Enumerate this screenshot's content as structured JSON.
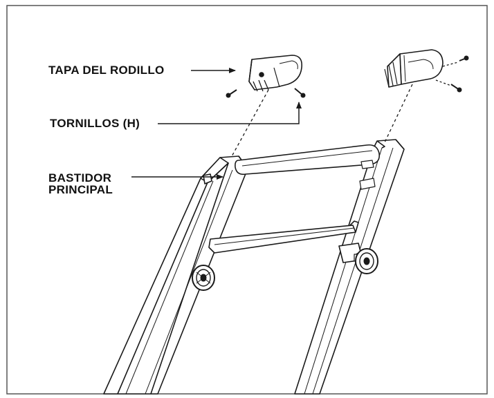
{
  "labels": {
    "roller_cap": "TAPA DEL RODILLO",
    "screws": "TORNILLOS (H)",
    "main_frame_line1": "BASTIDOR",
    "main_frame_line2": "PRINCIPAL"
  },
  "colors": {
    "line": "#1a1a1a",
    "fill": "#ffffff",
    "shade": "#d9d9d9",
    "border": "#555555"
  }
}
